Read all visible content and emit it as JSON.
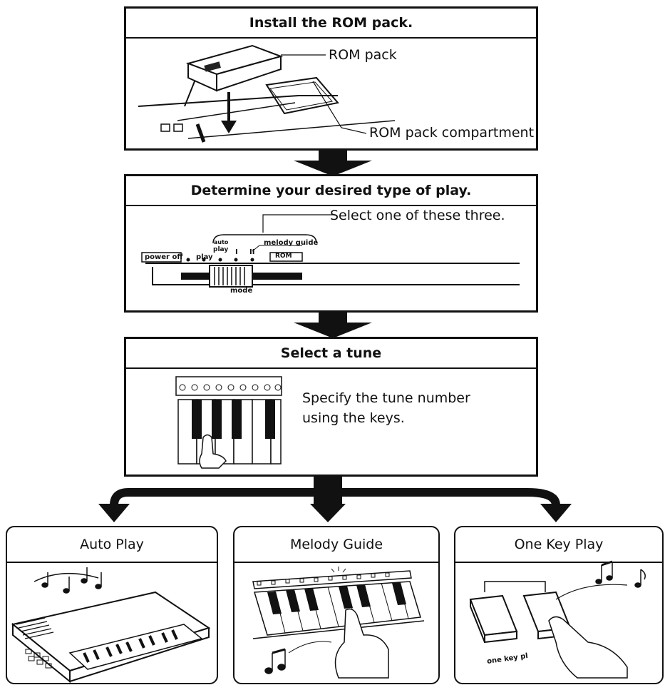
{
  "step1": {
    "title": "Install the ROM pack.",
    "label_rom_pack": "ROM pack",
    "label_compartment": "ROM pack compartment"
  },
  "step2": {
    "title": "Determine your desired type of play.",
    "label_select": "Select one of these three.",
    "panel": {
      "power_off": "power off",
      "play": "play",
      "auto": "auto",
      "auto_play": "play",
      "melody_guide": "melody guide",
      "roman_one": "I",
      "roman_two": "II",
      "rom": "ROM",
      "mode": "mode"
    }
  },
  "step3": {
    "title": "Select a tune",
    "instruction_line1": "Specify the tune number",
    "instruction_line2": "using the keys."
  },
  "modes": [
    {
      "title": "Auto Play"
    },
    {
      "title": "Melody Guide"
    },
    {
      "title": "One Key Play",
      "key_label": "one key pl"
    }
  ]
}
